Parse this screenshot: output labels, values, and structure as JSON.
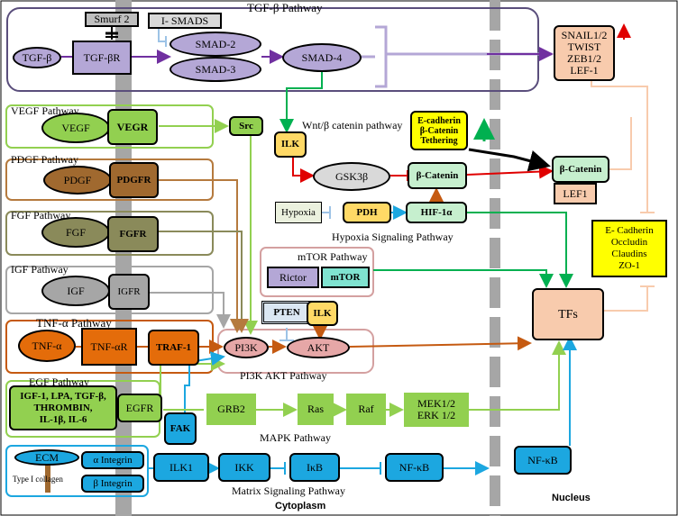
{
  "pathways": {
    "tgf": "TGF-β Pathway",
    "vegf": "VEGF Pathway",
    "pdgf": "PDGF Pathway",
    "fgf": "FGF  Pathway",
    "igf": "IGF  Pathway",
    "tnf": "TNF-α  Pathway",
    "egf": "EGF Pathway",
    "wnt": "Wnt/β catenin pathway",
    "hypoxia": "Hypoxia Signaling Pathway",
    "mtor": "mTOR Pathway",
    "pi3k": "PI3K AKT Pathway",
    "mapk": "MAPK Pathway",
    "matrix": "Matrix Signaling Pathway"
  },
  "regions": {
    "cytoplasm": "Cytoplasm",
    "nucleus": "Nucleus"
  },
  "nodes": {
    "smurf2": "Smurf 2",
    "ismads": "I- SMADS",
    "tgfb": "TGF-β",
    "tgfbr": "TGF-βR",
    "smad2": "SMAD-2",
    "smad3": "SMAD-3",
    "smad4": "SMAD-4",
    "snail": "SNAIL1/2\nTWIST\nZEB1/2\nLEF-1",
    "vegf": "VEGF",
    "vegr": "VEGR",
    "src": "Src",
    "ilk1": "ILK",
    "ecad_tether": "E-cadherin\nβ-Catenin\nTethering",
    "pdgf": "PDGF",
    "pdgfr": "PDGFR",
    "gsk3b": "GSK3β",
    "bcat": "β-Catenin",
    "bcat_nuc": "β-Catenin",
    "lef1": "LEF1",
    "hypoxia": "Hypoxia",
    "pdh": "PDH",
    "hif": "HIF-1α",
    "fgf": "FGF",
    "fgfr": "FGFR",
    "ecad_junction": "E- Cadherin\nOccludin\nClaudins\nZO-1",
    "igf": "IGF",
    "igfr": "IGFR",
    "rictor": "Rictor",
    "mtor": "mTOR",
    "pten": "PTEN",
    "ilk2": "ILK",
    "tfs": "TFs",
    "tnfa": "TNF-α",
    "tnfar": "TNF-αR",
    "traf1": "TRAF-1",
    "pi3k": "PI3K",
    "akt": "AKT",
    "egf_ligands": "IGF-1, LPA, TGF-β,\nTHROMBIN,\nIL-1β, IL-6",
    "egfr": "EGFR",
    "fak": "FAK",
    "grb2": "GRB2",
    "ras": "Ras",
    "raf": "Raf",
    "mek": "MEK1/2\nERK 1/2",
    "ecm": "ECM",
    "a_integrin": "α Integrin",
    "b_integrin": "β Integrin",
    "collagen": "Type I collagen",
    "ilk_m": "ILK1",
    "ikk": "IKK",
    "ikb": "IκB",
    "nfkb": "NF-κB",
    "nfkb_nuc": "NF-κB"
  },
  "colors": {
    "tgf_arrow": "#7030a0",
    "green_arrow": "#00b050",
    "light_green_arrow": "#92d050",
    "brown_arrow": "#b57a3e",
    "red_arrow": "#e00000",
    "blue_arrow": "#1ca7e0",
    "orange_arrow": "#c55a11",
    "peach": "#f8cbad",
    "yellow": "#ffff00",
    "cell_band": "#a6a6a6"
  }
}
